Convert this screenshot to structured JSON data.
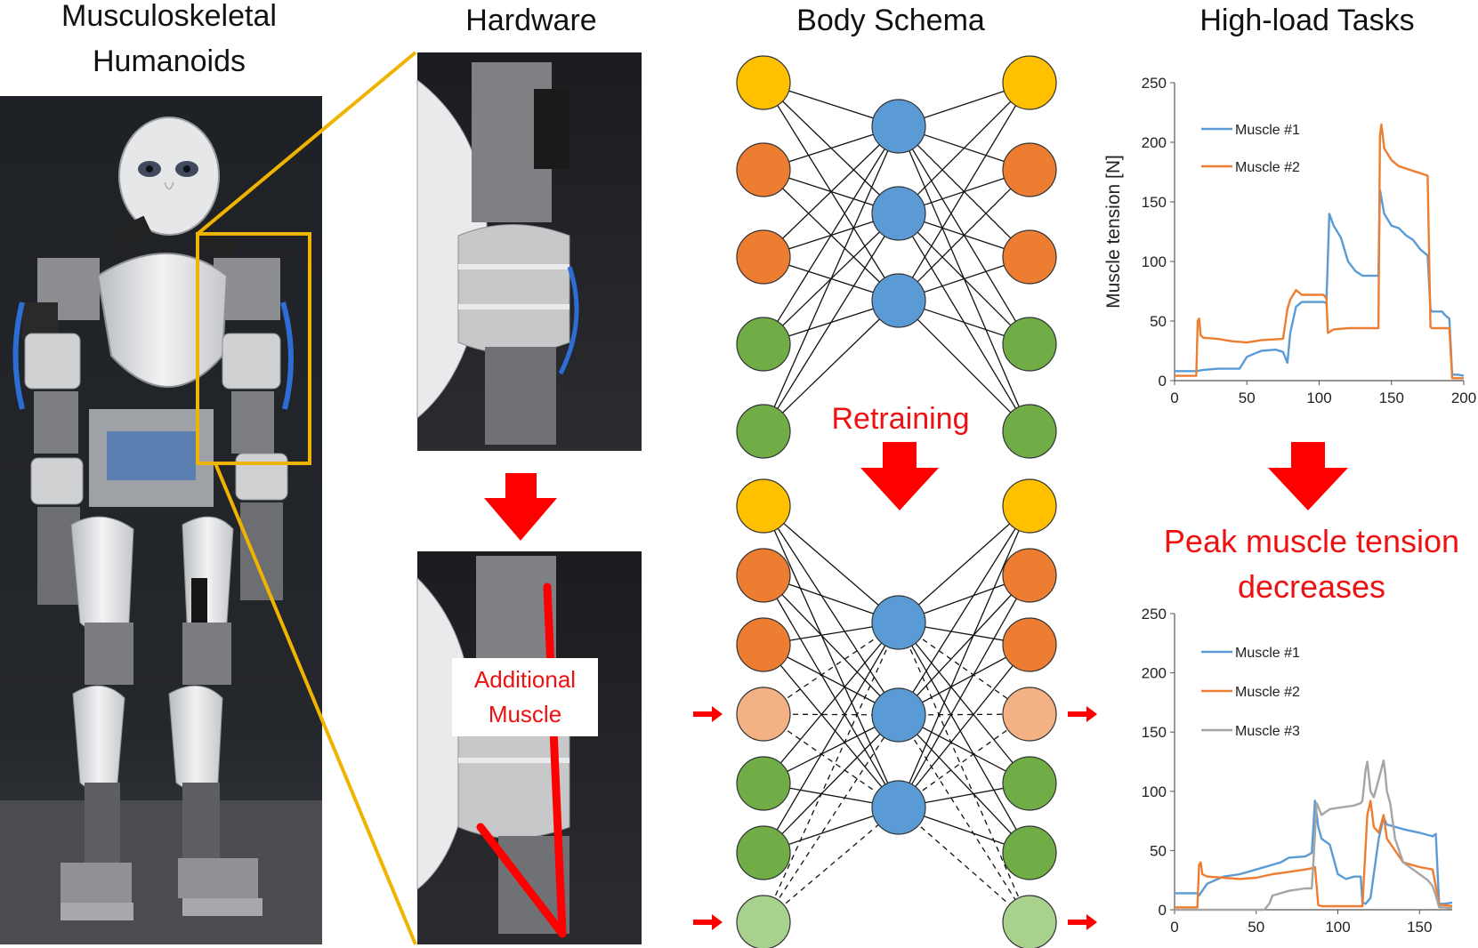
{
  "headers": {
    "col1_line1": "Musculoskeletal",
    "col1_line2": "Humanoids",
    "col2": "Hardware",
    "col3": "Body Schema",
    "col4": "High-load Tasks"
  },
  "labels": {
    "retraining": "Retraining",
    "peak_line1": "Peak muscle tension",
    "peak_line2": "decreases",
    "additional_line1": "Additional",
    "additional_line2": "Muscle"
  },
  "colors": {
    "yellow": "#ffc000",
    "orange": "#ed7d31",
    "green": "#70ad47",
    "blue": "#5b9bd5",
    "light_orange": "#f4b183",
    "light_green": "#a9d18e",
    "highlight": "#f0b400",
    "arrow_red": "#ff0000"
  },
  "networks": {
    "top": {
      "inputs": [
        "yellow",
        "orange",
        "orange",
        "green",
        "green"
      ],
      "hidden": [
        "blue",
        "blue",
        "blue"
      ],
      "outputs": [
        "yellow",
        "orange",
        "orange",
        "green",
        "green"
      ]
    },
    "bottom": {
      "inputs": [
        "yellow",
        "orange",
        "orange",
        "light_orange",
        "green",
        "green",
        "light_green"
      ],
      "hidden": [
        "blue",
        "blue",
        "blue"
      ],
      "outputs": [
        "yellow",
        "orange",
        "orange",
        "light_orange",
        "green",
        "green",
        "light_green"
      ],
      "new_indices": [
        3,
        6
      ]
    }
  },
  "chart_data": [
    {
      "type": "line",
      "title": "",
      "xlabel": "",
      "ylabel": "Muscle tension [N]",
      "xlim": [
        0,
        200
      ],
      "ylim": [
        0,
        250
      ],
      "xticks": [
        0,
        50,
        100,
        150,
        200
      ],
      "yticks": [
        0,
        50,
        100,
        150,
        200,
        250
      ],
      "legend_position": "top-left",
      "series": [
        {
          "name": "Muscle #1",
          "color": "#5b9bd5",
          "x": [
            0,
            15,
            20,
            30,
            33,
            45,
            50,
            60,
            70,
            75,
            78,
            80,
            84,
            88,
            95,
            103,
            105,
            107,
            110,
            115,
            120,
            125,
            130,
            141,
            142,
            145,
            150,
            155,
            160,
            165,
            170,
            175,
            177,
            178,
            185,
            187,
            190,
            192,
            196,
            200
          ],
          "y": [
            8,
            8,
            9,
            10,
            10,
            10,
            20,
            25,
            26,
            24,
            15,
            40,
            62,
            66,
            66,
            66,
            65,
            140,
            130,
            120,
            100,
            92,
            88,
            88,
            160,
            140,
            130,
            128,
            122,
            118,
            110,
            105,
            60,
            58,
            58,
            55,
            52,
            5,
            5,
            4
          ]
        },
        {
          "name": "Muscle #2",
          "color": "#ed7d31",
          "x": [
            0,
            15,
            16,
            17,
            18,
            20,
            30,
            40,
            50,
            55,
            60,
            75,
            78,
            80,
            84,
            88,
            95,
            103,
            105,
            106,
            110,
            120,
            130,
            141,
            142,
            143,
            145,
            150,
            155,
            160,
            165,
            170,
            175,
            177,
            178,
            185,
            190,
            192,
            196,
            200
          ],
          "y": [
            4,
            4,
            50,
            52,
            38,
            36,
            35,
            33,
            32,
            33,
            34,
            35,
            60,
            68,
            76,
            72,
            72,
            72,
            69,
            40,
            43,
            44,
            44,
            44,
            205,
            215,
            195,
            185,
            180,
            178,
            176,
            174,
            172,
            45,
            44,
            44,
            44,
            2,
            2,
            2
          ]
        }
      ]
    },
    {
      "type": "line",
      "title": "",
      "xlabel": "",
      "ylabel": "",
      "xlim": [
        0,
        170
      ],
      "ylim": [
        0,
        250
      ],
      "xticks": [
        0,
        50,
        100,
        150
      ],
      "yticks": [
        0,
        50,
        100,
        150,
        200,
        250
      ],
      "legend_position": "top-left",
      "series": [
        {
          "name": "Muscle #1",
          "color": "#5b9bd5",
          "x": [
            0,
            14,
            15,
            20,
            30,
            40,
            50,
            60,
            65,
            70,
            80,
            84,
            86,
            88,
            90,
            95,
            100,
            105,
            110,
            114,
            115,
            117,
            120,
            125,
            128,
            130,
            135,
            140,
            150,
            158,
            160,
            162,
            165,
            170
          ],
          "y": [
            14,
            14,
            12,
            22,
            28,
            30,
            34,
            38,
            40,
            44,
            45,
            48,
            92,
            70,
            60,
            55,
            30,
            26,
            28,
            28,
            6,
            5,
            10,
            60,
            78,
            72,
            70,
            68,
            65,
            62,
            64,
            5,
            5,
            6
          ]
        },
        {
          "name": "Muscle #2",
          "color": "#ed7d31",
          "x": [
            0,
            14,
            15,
            16,
            17,
            20,
            30,
            40,
            50,
            60,
            70,
            80,
            84,
            86,
            88,
            90,
            100,
            110,
            114,
            115,
            118,
            120,
            122,
            125,
            128,
            130,
            135,
            140,
            150,
            158,
            160,
            162,
            165,
            170
          ],
          "y": [
            2,
            2,
            38,
            40,
            30,
            28,
            27,
            26,
            27,
            30,
            32,
            34,
            35,
            36,
            4,
            3,
            3,
            3,
            3,
            3,
            80,
            92,
            70,
            65,
            80,
            60,
            50,
            40,
            36,
            34,
            20,
            4,
            4,
            3
          ]
        },
        {
          "name": "Muscle #3",
          "color": "#a5a5a5",
          "x": [
            0,
            14,
            15,
            20,
            40,
            50,
            55,
            58,
            60,
            70,
            80,
            84,
            85,
            87,
            90,
            95,
            100,
            110,
            114,
            115,
            117,
            118,
            120,
            122,
            125,
            128,
            129,
            130,
            132,
            135,
            140,
            150,
            155,
            158,
            160,
            162,
            165,
            170
          ],
          "y": [
            0,
            0,
            0,
            0,
            0,
            0,
            0,
            5,
            12,
            16,
            18,
            18,
            40,
            90,
            80,
            85,
            86,
            88,
            90,
            92,
            118,
            125,
            100,
            95,
            110,
            126,
            115,
            100,
            90,
            60,
            40,
            30,
            25,
            20,
            12,
            2,
            2,
            1
          ]
        }
      ]
    }
  ]
}
